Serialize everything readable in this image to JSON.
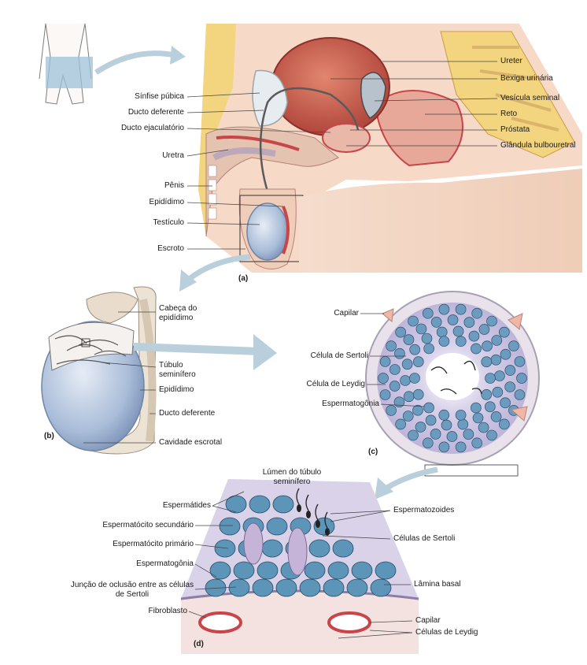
{
  "panel_a": {
    "panel_label": "(a)",
    "labels_left": [
      "Sínfise púbica",
      "Ducto deferente",
      "Ducto ejaculatório",
      "Uretra",
      "Pênis",
      "Epidídimo",
      "Testículo",
      "Escroto"
    ],
    "labels_right": [
      "Ureter",
      "Bexiga urinária",
      "Vesícula seminal",
      "Reto",
      "Próstata",
      "Glândula bulbouretral"
    ]
  },
  "panel_b": {
    "panel_label": "(b)",
    "labels": [
      "Cabeça do epidídimo",
      "Túbulo seminífero",
      "Epidídimo",
      "Ducto deferente",
      "Cavidade escrotal"
    ]
  },
  "panel_c": {
    "panel_label": "(c)",
    "labels": [
      "Capilar",
      "Célula de Sertoli",
      "Célula de Leydig",
      "Espermatogônia"
    ]
  },
  "panel_d": {
    "panel_label": "(d)",
    "title": "Lúmen do túbulo seminífero",
    "labels_left": [
      "Espermátides",
      "Espermatócito secundário",
      "Espermatócito primário",
      "Espermatogônia",
      "Junção de oclusão entre as células de Sertoli",
      "Fibroblasto"
    ],
    "labels_right": [
      "Espermatozoides",
      "Células de Sertoli",
      "Lâmina basal",
      "Capilar",
      "Células de Leydig"
    ]
  },
  "colors": {
    "tissue_pink": "#e9b8a8",
    "tissue_red": "#c8454a",
    "bladder": "#c95a4a",
    "fat_yellow": "#f2d57e",
    "cell_blue": "#5b8db0",
    "lumen_lavender": "#c9c3de",
    "arrow_blue": "#b9cfdc",
    "skin": "#f3d5c2"
  }
}
